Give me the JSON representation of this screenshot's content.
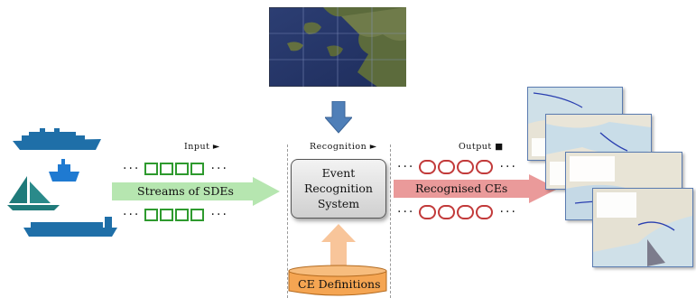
{
  "headers": {
    "input": "Input ►",
    "recognition": "Recognition ►",
    "output": "Output ■"
  },
  "input_arrow_label": "Streams of SDEs",
  "output_arrow_label": "Recognised CEs",
  "er_system": {
    "line1": "Event",
    "line2": "Recognition",
    "line3": "System"
  },
  "ce_definitions_label": "CE Definitions",
  "dots": "···",
  "colors": {
    "input_green": "#2e9a2e",
    "input_arrow": "#b6e6b0",
    "output_red": "#c23a3a",
    "output_arrow": "#ea9a9a",
    "recognition_arrow_blue": "#4f7fb8",
    "definitions_orange": "#f5b06a",
    "vessel_blue": "#1f6fa8"
  }
}
